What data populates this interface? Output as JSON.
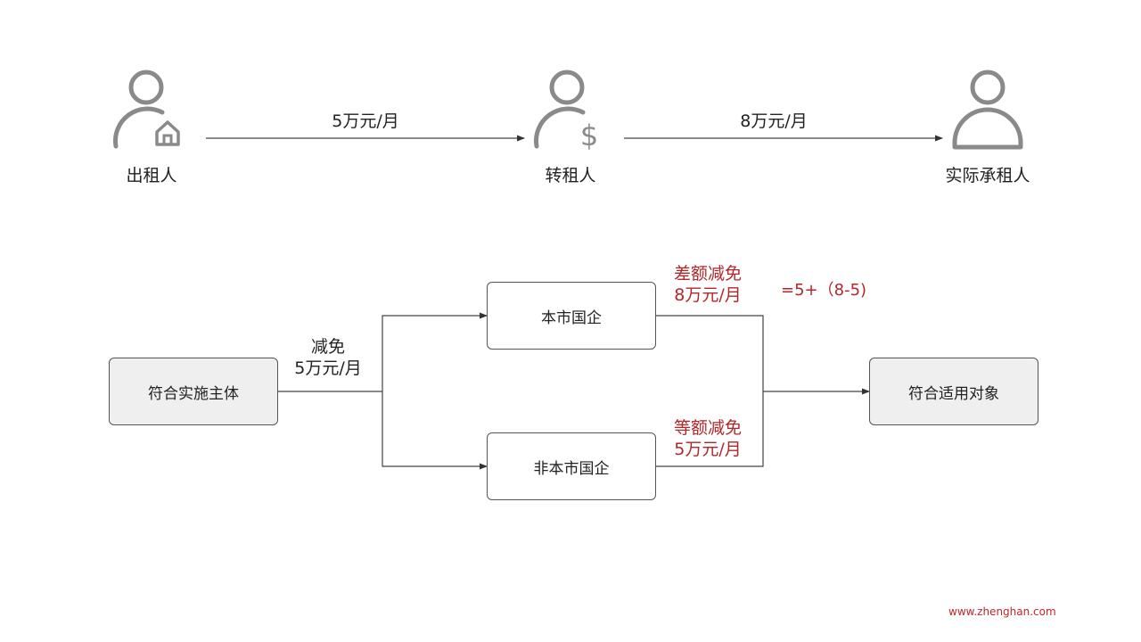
{
  "top_flow": {
    "parties": [
      {
        "label": "出租人",
        "icon": "person-house-icon"
      },
      {
        "label": "转租人",
        "icon": "person-dollar-icon"
      },
      {
        "label": "实际承租人",
        "icon": "person-icon"
      }
    ],
    "edges": [
      {
        "label": "5万元/月"
      },
      {
        "label": "8万元/月"
      }
    ]
  },
  "bottom_flow": {
    "source_box": "符合实施主体",
    "source_edge": {
      "line1": "减免",
      "line2": "5万元/月"
    },
    "branch_top": {
      "box": "本市国企",
      "note_line1": "差额减免",
      "note_line2": "8万元/月",
      "formula": "=5+（8-5)"
    },
    "branch_bottom": {
      "box": "非本市国企",
      "note_line1": "等额减免",
      "note_line2": "5万元/月"
    },
    "target_box": "符合适用对象"
  },
  "watermark": "www.zhenghan.com",
  "colors": {
    "accent_red": "#b3262a",
    "icon_gray": "#8a8a8a",
    "box_fill": "#efefef"
  }
}
